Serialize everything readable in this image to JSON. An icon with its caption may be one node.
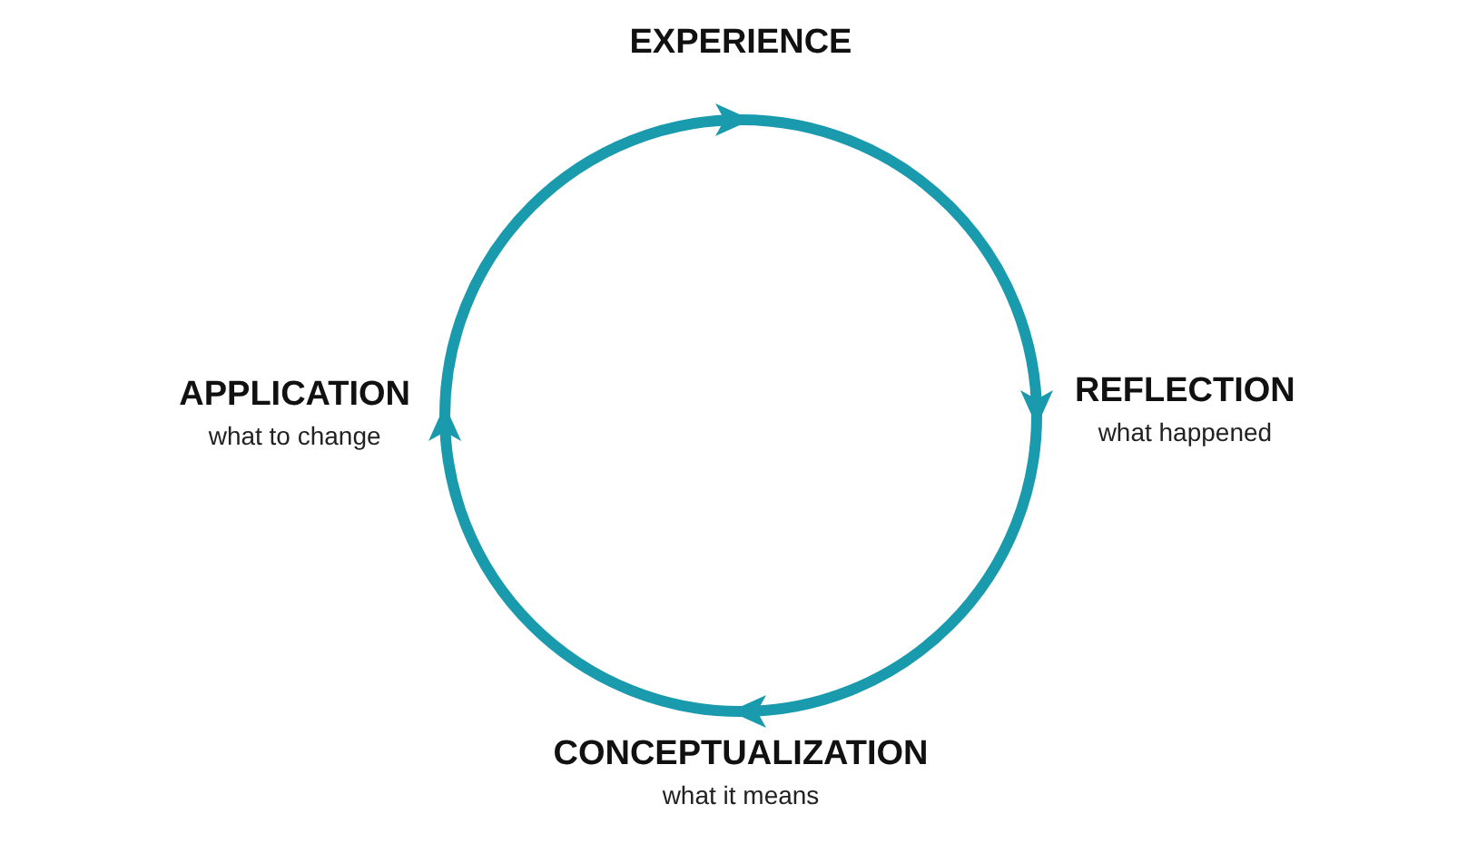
{
  "diagram": {
    "nodes": [
      {
        "text": [
          "EXPERIENCE"
        ]
      },
      {
        "text": [
          "REFLECTION",
          "what happened"
        ]
      },
      {
        "text": [
          "CONCEPTUALIZATION",
          "what it means"
        ]
      },
      {
        "text": [
          "APPLICATION",
          "what to change"
        ]
      }
    ],
    "edges": [
      {
        "from": 0,
        "to": 1,
        "arrow": "to"
      },
      {
        "from": 1,
        "to": 2,
        "arrow": "to"
      },
      {
        "from": 2,
        "to": 3,
        "arrow": "to"
      },
      {
        "from": 3,
        "to": 0,
        "arrow": "to"
      }
    ]
  }
}
